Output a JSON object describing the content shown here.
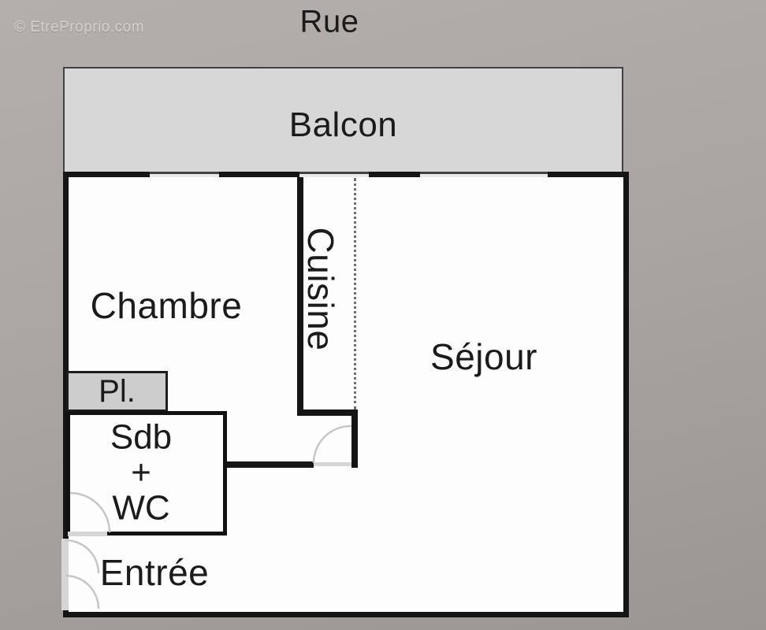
{
  "watermark": {
    "text": "© EtreProprio.com"
  },
  "plan": {
    "street_label": "Rue",
    "rooms": {
      "balcony": "Balcon",
      "bedroom": "Chambre",
      "kitchen": "Cuisine",
      "living": "Séjour",
      "closet": "Pl.",
      "bath_line1": "Sdb",
      "bath_line2": "+",
      "bath_line3": "WC",
      "entrance": "Entrée"
    }
  },
  "colors": {
    "background": "#aaa4a2",
    "balcony_fill": "#d7d7d7",
    "closet_fill": "#cdcdcd",
    "room_fill": "#fdfdfd",
    "wall": "#151515",
    "thin_line": "#414141",
    "door_arc": "#c6c6c6",
    "threshold": "#d6d6d6",
    "dotted": "#6f6f6f",
    "text": "#1b1b1b",
    "watermark": "rgba(255,255,255,0.55)"
  }
}
